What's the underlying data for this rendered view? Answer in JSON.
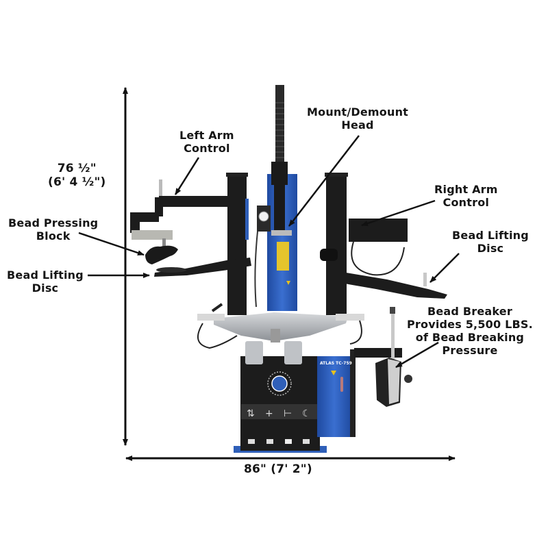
{
  "diagram": {
    "subject": "Tire changer machine with assist arms",
    "model_badge": "ATLAS TC-759",
    "colors": {
      "machine_blue": "#2f5fb8",
      "machine_black": "#1c1c1c",
      "label_text": "#151515",
      "arrow": "#111111",
      "background": "#ffffff"
    },
    "dimensions": {
      "height": {
        "line1": "76 ½\"",
        "line2": "(6' 4 ½\")"
      },
      "width": {
        "text": "86\" (7' 2\")"
      }
    },
    "callouts": [
      {
        "id": "mount-demount-head",
        "lines": [
          "Mount/Demount",
          "Head"
        ]
      },
      {
        "id": "left-arm-control",
        "lines": [
          "Left Arm",
          "Control"
        ]
      },
      {
        "id": "right-arm-control",
        "lines": [
          "Right Arm",
          "Control"
        ]
      },
      {
        "id": "bead-pressing-block",
        "lines": [
          "Bead Pressing",
          "Block"
        ]
      },
      {
        "id": "bead-lifting-disc-left",
        "lines": [
          "Bead Lifting",
          "Disc"
        ]
      },
      {
        "id": "bead-lifting-disc-right",
        "lines": [
          "Bead Lifting",
          "Disc"
        ]
      },
      {
        "id": "bead-breaker",
        "lines": [
          "Bead Breaker",
          "Provides 5,500 LBS.",
          "of Bead Breaking",
          "Pressure"
        ]
      }
    ],
    "control_pedal_symbols": [
      "⇅",
      "+",
      "⊢",
      "☾"
    ]
  }
}
